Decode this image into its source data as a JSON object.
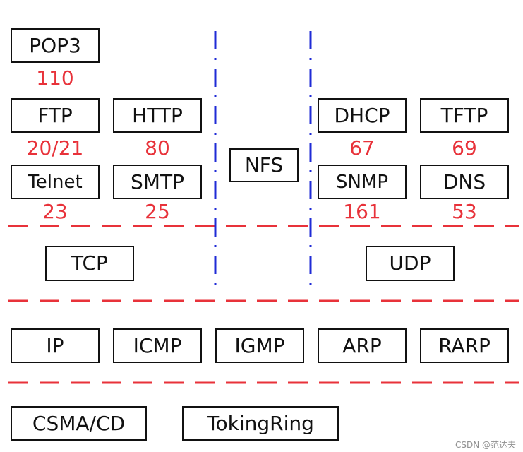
{
  "application_layer": {
    "pop3": {
      "label": "POP3",
      "port": "110"
    },
    "ftp": {
      "label": "FTP",
      "port": "20/21"
    },
    "http": {
      "label": "HTTP",
      "port": "80"
    },
    "telnet": {
      "label": "Telnet",
      "port": "23"
    },
    "smtp": {
      "label": "SMTP",
      "port": "25"
    },
    "nfs": {
      "label": "NFS"
    },
    "dhcp": {
      "label": "DHCP",
      "port": "67"
    },
    "tftp": {
      "label": "TFTP",
      "port": "69"
    },
    "snmp": {
      "label": "SNMP",
      "port": "161"
    },
    "dns": {
      "label": "DNS",
      "port": "53"
    }
  },
  "transport_layer": {
    "tcp": "TCP",
    "udp": "UDP"
  },
  "network_layer": {
    "ip": "IP",
    "icmp": "ICMP",
    "igmp": "IGMP",
    "arp": "ARP",
    "rarp": "RARP"
  },
  "link_layer": {
    "csma_cd": "CSMA/CD",
    "tokingring": "TokingRing"
  },
  "watermark": "CSDN @范达夫",
  "colors": {
    "port_text": "#e8323a",
    "layer_divider": "#e8323a",
    "column_divider": "#1f2bd6",
    "box_border": "#111111"
  }
}
